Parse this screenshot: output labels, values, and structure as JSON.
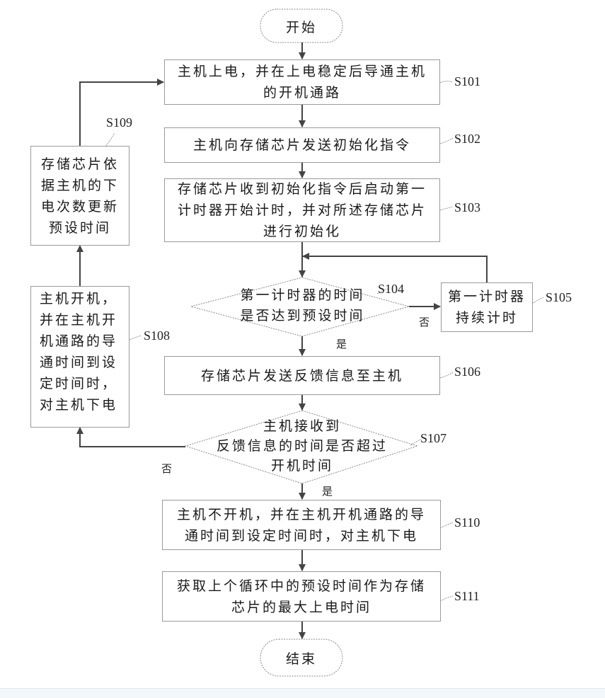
{
  "diagram": {
    "type": "flowchart",
    "start": {
      "label": "开始"
    },
    "end": {
      "label": "结束"
    },
    "nodes": [
      {
        "id": "S101",
        "shape": "process",
        "lines": [
          "主机上电，并在上电稳定后导通主机",
          "的开机通路"
        ]
      },
      {
        "id": "S102",
        "shape": "process",
        "lines": [
          "主机向存储芯片发送初始化指令"
        ]
      },
      {
        "id": "S103",
        "shape": "process",
        "lines": [
          "存储芯片收到初始化指令后启动第一",
          "计时器开始计时，并对所述存储芯片",
          "进行初始化"
        ]
      },
      {
        "id": "S104",
        "shape": "decision",
        "lines": [
          "第一计时器的时间",
          "是否达到预设时间"
        ]
      },
      {
        "id": "S105",
        "shape": "process",
        "lines": [
          "第一计时器",
          "持续计时"
        ]
      },
      {
        "id": "S106",
        "shape": "process",
        "lines": [
          "存储芯片发送反馈信息至主机"
        ]
      },
      {
        "id": "S107",
        "shape": "decision",
        "lines": [
          "主机接收到",
          "反馈信息的时间是否超过",
          "开机时间"
        ]
      },
      {
        "id": "S108",
        "shape": "process",
        "lines": [
          "主机开机，",
          "并在主机开",
          "机通路的导",
          "通时间到设",
          "定时间时，",
          "对主机下电"
        ]
      },
      {
        "id": "S109",
        "shape": "process",
        "lines": [
          "存储芯片依",
          "据主机的下",
          "电次数更新",
          "预设时间"
        ]
      },
      {
        "id": "S110",
        "shape": "process",
        "lines": [
          "主机不开机，并在主机开机通路的导",
          "通时间到设定时间时，对主机下电"
        ]
      },
      {
        "id": "S111",
        "shape": "process",
        "lines": [
          "获取上个循环中的预设时间作为存储",
          "芯片的最大上电时间"
        ]
      }
    ],
    "branch_labels": {
      "yes": "是",
      "no": "否"
    },
    "edges": [
      {
        "from": "start",
        "to": "S101"
      },
      {
        "from": "S101",
        "to": "S102"
      },
      {
        "from": "S102",
        "to": "S103"
      },
      {
        "from": "S103",
        "to": "S104"
      },
      {
        "from": "S104",
        "to": "S105",
        "label": "否"
      },
      {
        "from": "S105",
        "to": "S104"
      },
      {
        "from": "S104",
        "to": "S106",
        "label": "是"
      },
      {
        "from": "S106",
        "to": "S107"
      },
      {
        "from": "S107",
        "to": "S108",
        "label": "否"
      },
      {
        "from": "S108",
        "to": "S109"
      },
      {
        "from": "S109",
        "to": "S101"
      },
      {
        "from": "S107",
        "to": "S110",
        "label": "是"
      },
      {
        "from": "S110",
        "to": "S111"
      },
      {
        "from": "S111",
        "to": "end"
      }
    ]
  },
  "colors": {
    "line": "#444444",
    "box_border": "#9a9a9a",
    "dashed_border": "#8a8a8a"
  }
}
